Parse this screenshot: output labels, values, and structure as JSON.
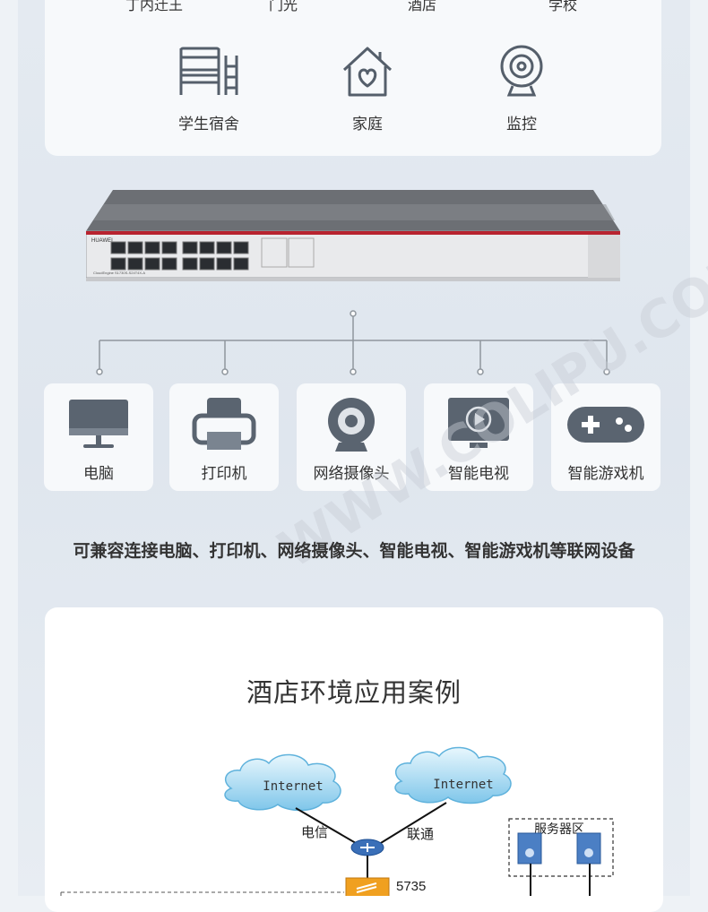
{
  "top_row": [
    "丁内迁王",
    "门光",
    "酒店",
    "学校"
  ],
  "scenarios": [
    {
      "label": "学生宿舍",
      "icon": "bunk-bed-icon"
    },
    {
      "label": "家庭",
      "icon": "house-heart-icon"
    },
    {
      "label": "监控",
      "icon": "webcam-icon"
    }
  ],
  "switch": {
    "brand": "HUAWEI",
    "model": "CloudEngine S1730S-S24T4X-A"
  },
  "devices": [
    {
      "label": "电脑",
      "icon": "monitor-icon"
    },
    {
      "label": "打印机",
      "icon": "printer-icon"
    },
    {
      "label": "网络摄像头",
      "icon": "webcam-icon"
    },
    {
      "label": "智能电视",
      "icon": "smart-tv-icon"
    },
    {
      "label": "智能游戏机",
      "icon": "gamepad-icon"
    }
  ],
  "compat_text": "可兼容连接电脑、打印机、网络摄像头、智能电视、智能游戏机等联网设备",
  "case_title": "酒店环境应用案例",
  "diagram": {
    "internet_left": "Internet",
    "internet_right": "Internet",
    "isp_left": "电信",
    "isp_right": "联通",
    "server_area": "服务器区",
    "core_label": "5735"
  },
  "watermark": "WWW.COLIPU.COM",
  "colors": {
    "accent": "#c23a45",
    "icon_gray": "#555f6b",
    "cloud": "#8fd0f0"
  }
}
